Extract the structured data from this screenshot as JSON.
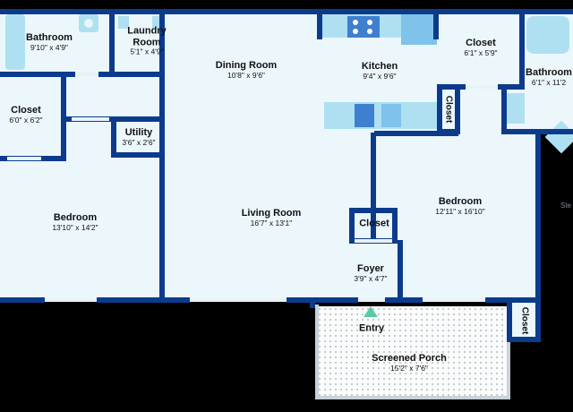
{
  "colors": {
    "wall": "#0d3b8c",
    "floor": "#ecf7fc",
    "fixture": "#aee0f2",
    "fixture_dark": "#3e7fd0",
    "porch": "#fbfbfb",
    "porch_dots": "#b9c7d0",
    "screen": "#c8d2d8",
    "door": "#e8f3f8",
    "entry_arrow": "#5bc8a8",
    "background": "#000000"
  },
  "rooms": {
    "bathroom_left": {
      "name": "Bathroom",
      "dims": "9'10\" x 4'9\""
    },
    "laundry": {
      "name": "Laundry\nRoom",
      "dims": "5'1\" x 4'9\""
    },
    "dining": {
      "name": "Dining Room",
      "dims": "10'8\" x 9'6\""
    },
    "kitchen": {
      "name": "Kitchen",
      "dims": "9'4\" x 9'6\""
    },
    "closet_top": {
      "name": "Closet",
      "dims": "6'1\" x 5'9\""
    },
    "bathroom_right": {
      "name": "Bathroom",
      "dims": "6'1\" x 11'2"
    },
    "closet_left": {
      "name": "Closet",
      "dims": "6'0\" x 6'2\""
    },
    "utility": {
      "name": "Utility",
      "dims": "3'6\" x 2'6\""
    },
    "bedroom_left": {
      "name": "Bedroom",
      "dims": "13'10\" x 14'2\""
    },
    "living": {
      "name": "Living Room",
      "dims": "16'7\" x 13'1\""
    },
    "closet_center": {
      "name": "Closet"
    },
    "bedroom_right": {
      "name": "Bedroom",
      "dims": "12'11\" x 16'10\""
    },
    "foyer": {
      "name": "Foyer",
      "dims": "3'9\" x 4'7\""
    },
    "entry": {
      "name": "Entry"
    },
    "porch": {
      "name": "Screened Porch",
      "dims": "15'2\" x 7'6\""
    },
    "closet_vertical_kitchen": {
      "name": "Closet"
    },
    "closet_vertical_porch": {
      "name": "Closet"
    }
  },
  "watermark": "Ste"
}
